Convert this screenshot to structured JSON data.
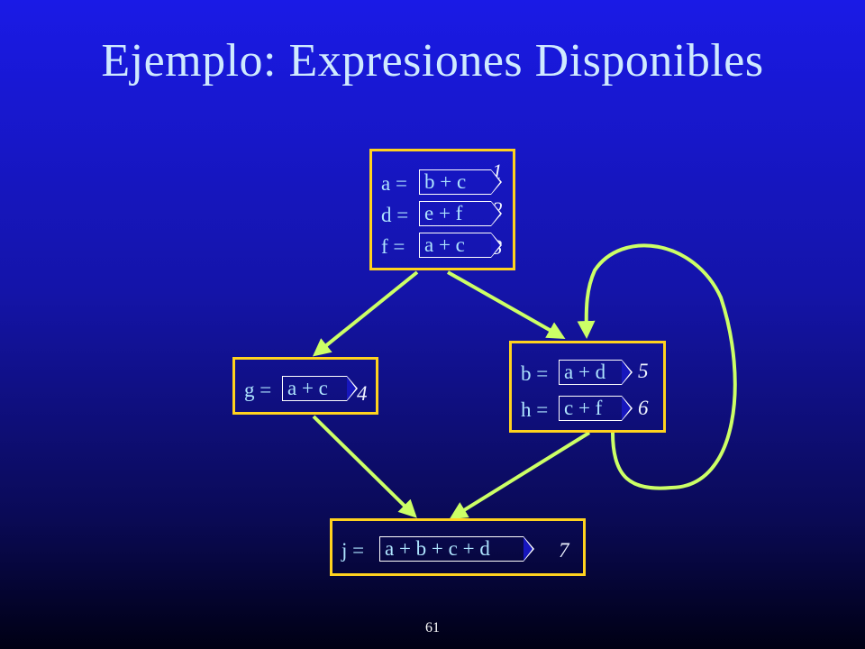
{
  "title": "Ejemplo: Expresiones Disponibles",
  "colors": {
    "block_border": "#ffd21f",
    "edge": "#ccff66",
    "code_text": "#aee4ff",
    "title_text": "#cfeaff"
  },
  "blocks": {
    "b1": {
      "lines": [
        {
          "lhs": "a =",
          "expr": "b + c",
          "num": "1"
        },
        {
          "lhs": "d =",
          "expr": "e + f",
          "num": "2"
        },
        {
          "lhs": "f =",
          "expr": "a + c",
          "num": "3"
        }
      ]
    },
    "b2": {
      "lines": [
        {
          "lhs": "g =",
          "expr": "a + c",
          "num": "4"
        }
      ]
    },
    "b3": {
      "lines": [
        {
          "lhs": "b =",
          "expr": "a + d",
          "num": "5"
        },
        {
          "lhs": "h =",
          "expr": "c + f",
          "num": "6"
        }
      ]
    },
    "b4": {
      "lines": [
        {
          "lhs": "j =",
          "expr": "a + b + c + d",
          "num": "7"
        }
      ]
    }
  },
  "footer": {
    "page_number": "61"
  }
}
